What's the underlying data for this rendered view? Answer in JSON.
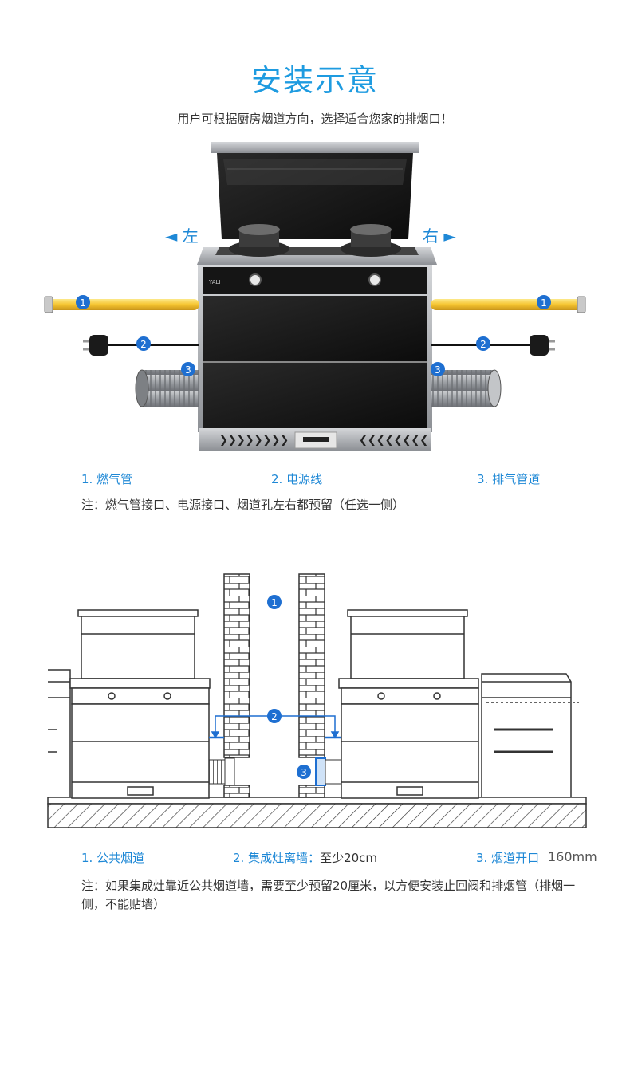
{
  "page": {
    "title": "安装示意",
    "subtitle": "用户可根据厨房烟道方向，选择适合您家的排烟口！"
  },
  "figure1": {
    "left_label": "◄ 左",
    "right_label": "右 ►",
    "markers": [
      "1",
      "2",
      "3"
    ],
    "captions": [
      "1. 燃气管",
      "2. 电源线",
      "3. 排气管道"
    ],
    "note": "注：燃气管接口、电源接口、烟道孔左右都预留（任选一侧）"
  },
  "figure2": {
    "markers": [
      "1",
      "2",
      "3"
    ],
    "captions": [
      "1. 公共烟道",
      "2. 集成灶离墙：",
      "3. 烟道开口"
    ],
    "distance": "至少20cm",
    "opening": "160mm",
    "note": "注：如果集成灶靠近公共烟道墙，需要至少预留20厘米，以方便安装止回阀和排烟管（排烟一侧，不能贴墙）"
  },
  "colors": {
    "accent": "#1e88d6",
    "title": "#1e9be0",
    "gas_pipe": "#f5c430",
    "cabinet": "#1c1c1c",
    "steel": "#b5b8bc"
  }
}
